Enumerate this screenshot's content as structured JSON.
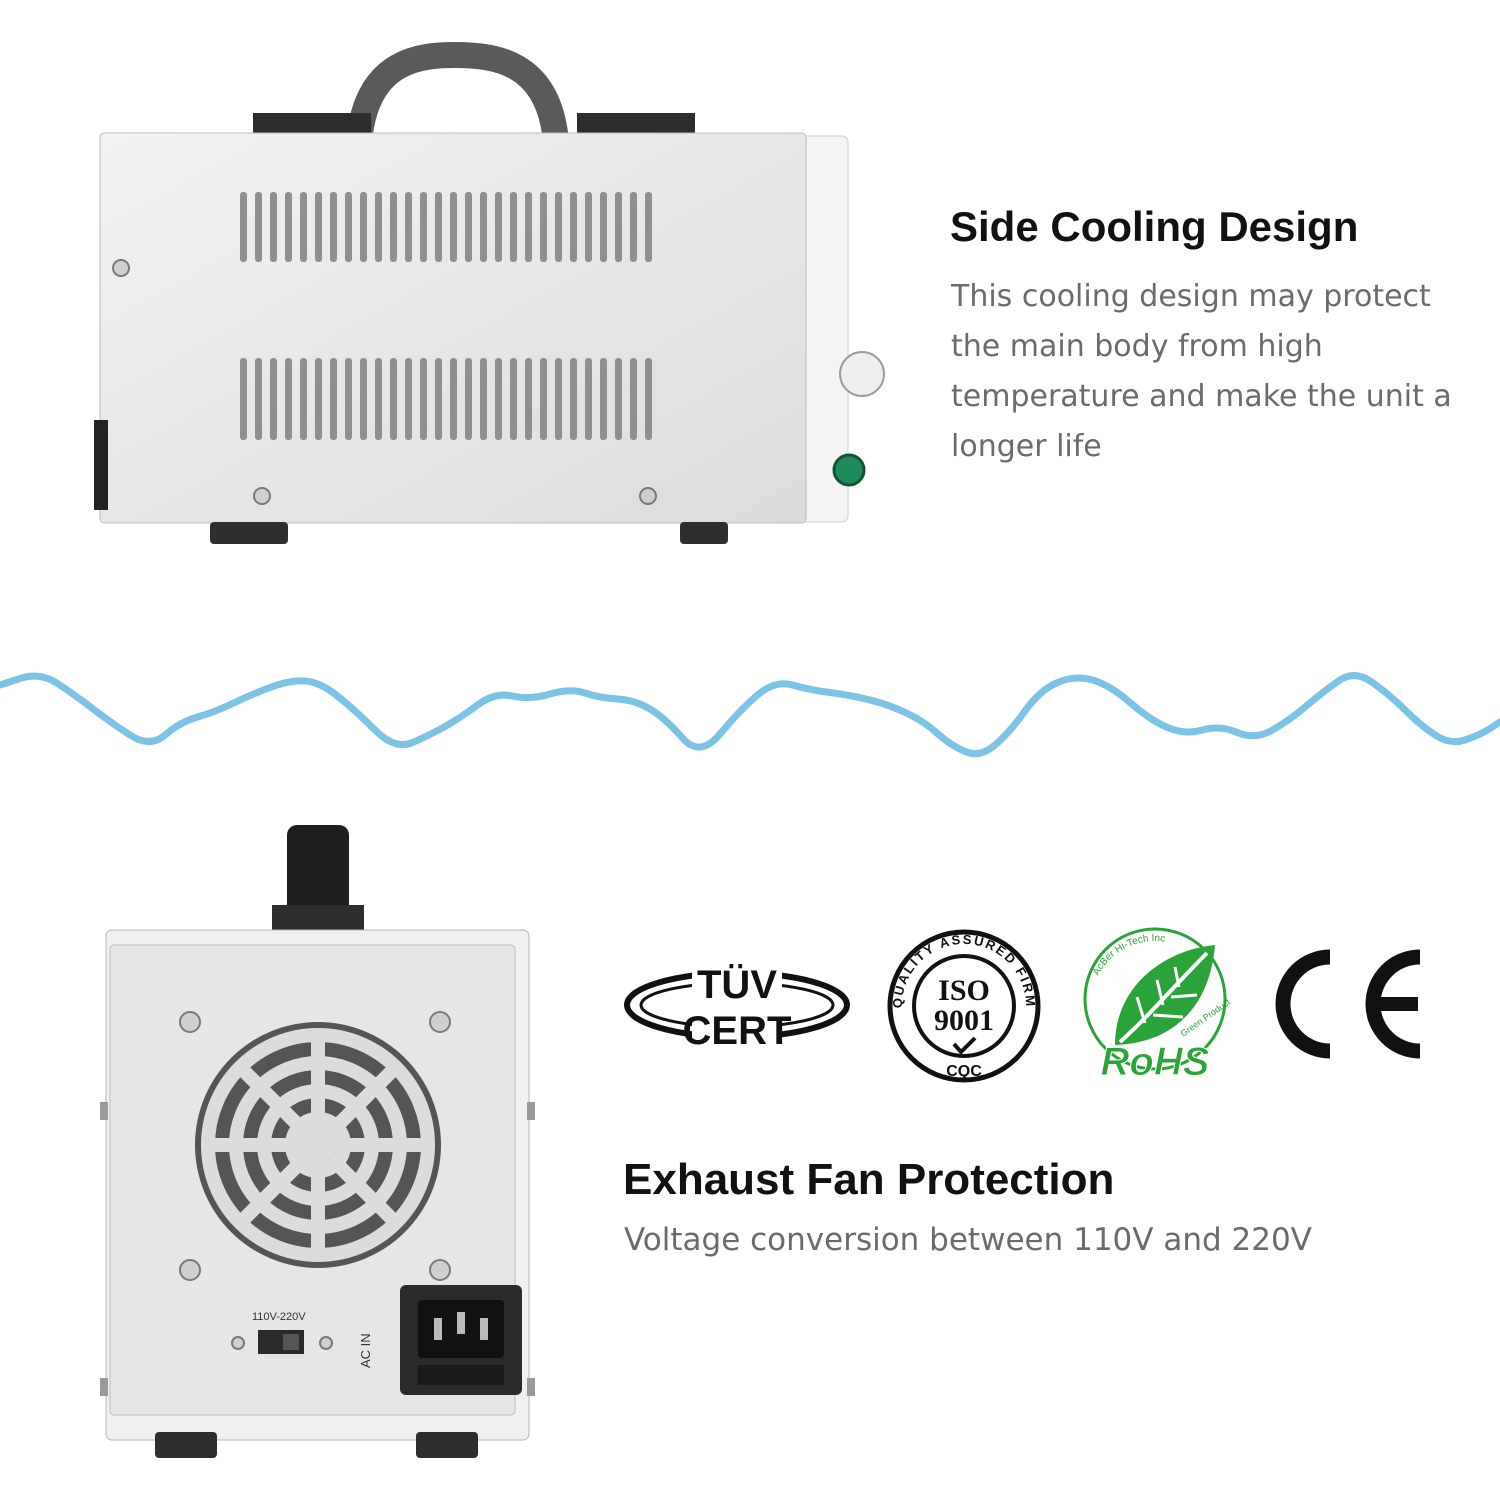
{
  "features": {
    "side": {
      "title": "Side Cooling Design",
      "description": "This cooling design may protect the main body from high temperature and make the unit a longer life"
    },
    "fan": {
      "title": "Exhaust Fan Protection",
      "description": "Voltage conversion between 110V and 220V"
    }
  },
  "back_panel": {
    "voltage_switch_label": "110V-220V",
    "power_inlet_label": "AC IN"
  },
  "certifications": [
    {
      "name": "TÜV CERT",
      "line1": "TÜV",
      "line2": "CERT"
    },
    {
      "name": "ISO 9001",
      "ring_text": "QUALITY ASSURED FIRM",
      "line1": "ISO",
      "line2": "9001",
      "footer": "CQC"
    },
    {
      "name": "RoHS",
      "ring_text": "AcBer Hi-Tech Inc",
      "sub_text": "Green Product",
      "word": "RoHS"
    },
    {
      "name": "CE",
      "word": "CE"
    }
  ],
  "colors": {
    "wave": "#7cc3e6",
    "casing": "#e9e9e9",
    "rohs_green": "#2aa338",
    "text_dark": "#111111",
    "text_muted": "#6b6b6b"
  }
}
